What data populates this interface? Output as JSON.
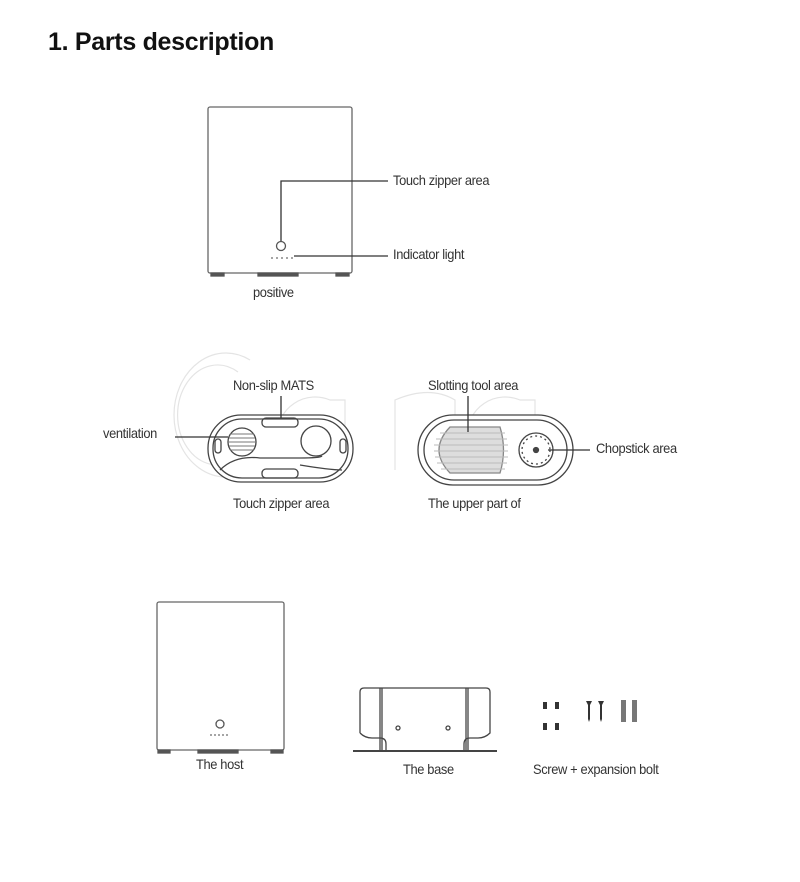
{
  "title": "1. Parts description",
  "watermark": "Cana",
  "front_view": {
    "caption": "positive",
    "labels": {
      "touch_zipper": "Touch zipper area",
      "indicator": "Indicator light"
    }
  },
  "bottom_view": {
    "caption": "Touch zipper area",
    "labels": {
      "non_slip": "Non-slip MATS",
      "ventilation": "ventilation"
    }
  },
  "top_view": {
    "caption": "The upper part of",
    "labels": {
      "slotting": "Slotting tool area",
      "chopstick": "Chopstick area"
    }
  },
  "package": {
    "host": "The host",
    "base": "The base",
    "screws": "Screw + expansion bolt"
  }
}
